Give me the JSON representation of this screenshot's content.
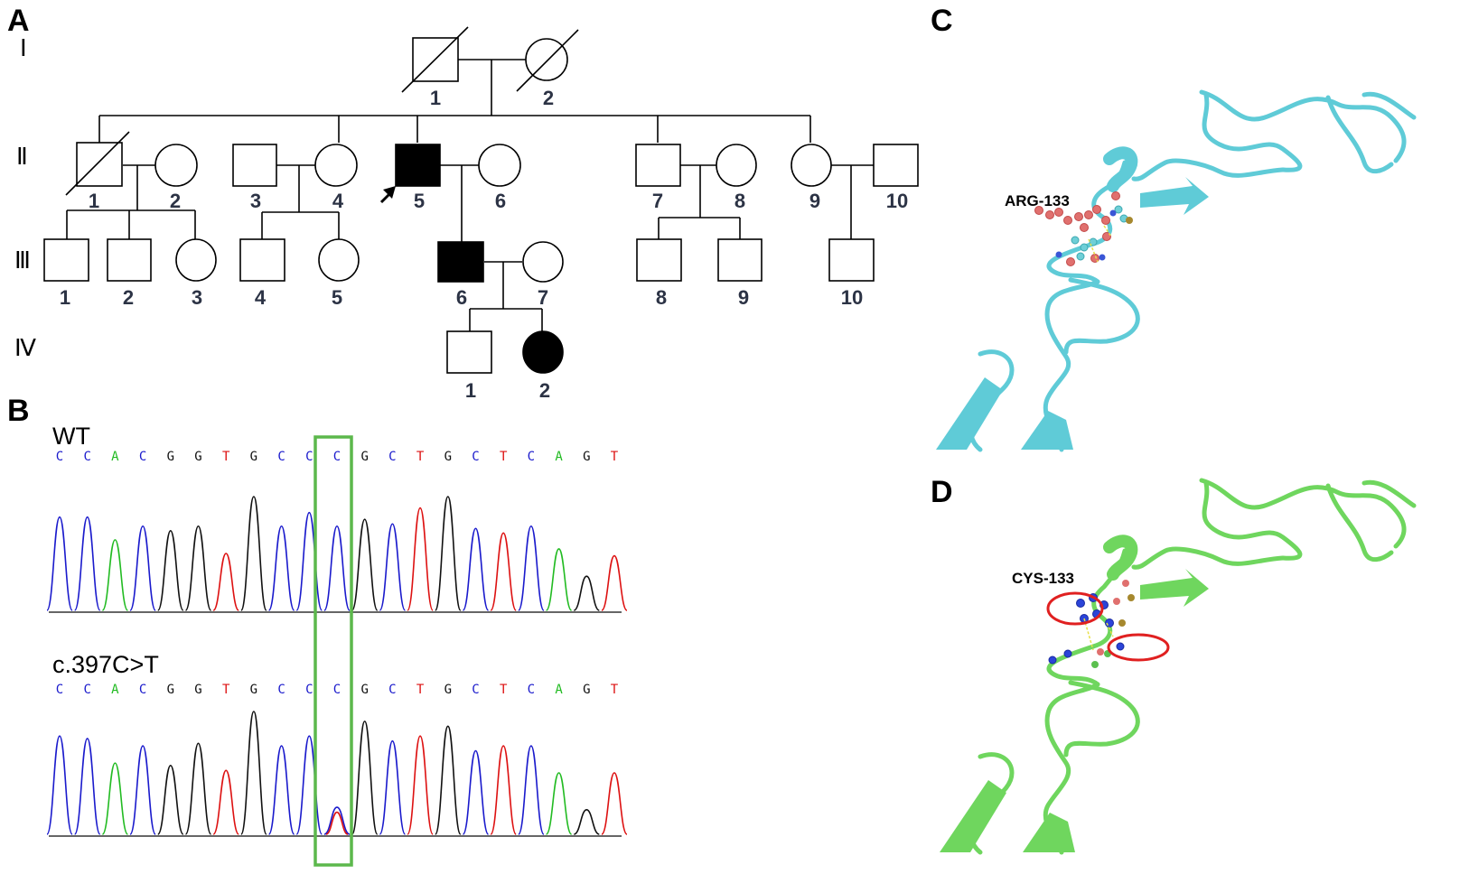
{
  "panels": {
    "A": {
      "letter": "A",
      "generations": [
        "Ⅰ",
        "Ⅱ",
        "Ⅲ",
        "Ⅳ"
      ],
      "individuals": [
        {
          "id": "I-1",
          "label": "1",
          "sex": "male",
          "affected": false,
          "deceased": true
        },
        {
          "id": "I-2",
          "label": "2",
          "sex": "female",
          "affected": false,
          "deceased": true
        },
        {
          "id": "II-1",
          "label": "1",
          "sex": "male",
          "affected": false,
          "deceased": true
        },
        {
          "id": "II-2",
          "label": "2",
          "sex": "female",
          "affected": false,
          "deceased": false
        },
        {
          "id": "II-3",
          "label": "3",
          "sex": "male",
          "affected": false,
          "deceased": false
        },
        {
          "id": "II-4",
          "label": "4",
          "sex": "female",
          "affected": false,
          "deceased": false
        },
        {
          "id": "II-5",
          "label": "5",
          "sex": "male",
          "affected": true,
          "deceased": false,
          "proband": true
        },
        {
          "id": "II-6",
          "label": "6",
          "sex": "female",
          "affected": false,
          "deceased": false
        },
        {
          "id": "II-7",
          "label": "7",
          "sex": "male",
          "affected": false,
          "deceased": false
        },
        {
          "id": "II-8",
          "label": "8",
          "sex": "female",
          "affected": false,
          "deceased": false
        },
        {
          "id": "II-9",
          "label": "9",
          "sex": "female",
          "affected": false,
          "deceased": false
        },
        {
          "id": "II-10",
          "label": "10",
          "sex": "male",
          "affected": false,
          "deceased": false
        },
        {
          "id": "III-1",
          "label": "1",
          "sex": "male",
          "affected": false,
          "deceased": false
        },
        {
          "id": "III-2",
          "label": "2",
          "sex": "male",
          "affected": false,
          "deceased": false
        },
        {
          "id": "III-3",
          "label": "3",
          "sex": "female",
          "affected": false,
          "deceased": false
        },
        {
          "id": "III-4",
          "label": "4",
          "sex": "male",
          "affected": false,
          "deceased": false
        },
        {
          "id": "III-5",
          "label": "5",
          "sex": "female",
          "affected": false,
          "deceased": false
        },
        {
          "id": "III-6",
          "label": "6",
          "sex": "male",
          "affected": true,
          "deceased": false
        },
        {
          "id": "III-7",
          "label": "7",
          "sex": "female",
          "affected": false,
          "deceased": false
        },
        {
          "id": "III-8",
          "label": "8",
          "sex": "male",
          "affected": false,
          "deceased": false
        },
        {
          "id": "III-9",
          "label": "9",
          "sex": "male",
          "affected": false,
          "deceased": false
        },
        {
          "id": "III-10",
          "label": "10",
          "sex": "male",
          "affected": false,
          "deceased": false
        },
        {
          "id": "IV-1",
          "label": "1",
          "sex": "male",
          "affected": false,
          "deceased": false
        },
        {
          "id": "IV-2",
          "label": "2",
          "sex": "female",
          "affected": true,
          "deceased": false
        }
      ]
    },
    "B": {
      "letter": "B",
      "sequence": [
        "C",
        "C",
        "A",
        "C",
        "G",
        "G",
        "T",
        "G",
        "C",
        "C",
        "C",
        "G",
        "C",
        "T",
        "G",
        "C",
        "T",
        "C",
        "A",
        "G",
        "T"
      ],
      "highlight_index": 10,
      "tracks": [
        {
          "name": "WT",
          "peaks": [
            0.82,
            0.82,
            0.62,
            0.74,
            0.7,
            0.74,
            0.5,
            1.0,
            0.74,
            0.86,
            0.74,
            0.8,
            0.76,
            0.9,
            1.0,
            0.72,
            0.68,
            0.74,
            0.54,
            0.3,
            0.48
          ]
        },
        {
          "name": "c.397C>T",
          "peaks": [
            0.8,
            0.78,
            0.58,
            0.72,
            0.56,
            0.74,
            0.52,
            1.0,
            0.72,
            0.8,
            0.22,
            0.92,
            0.76,
            0.8,
            0.88,
            0.68,
            0.72,
            0.72,
            0.5,
            0.2,
            0.5
          ]
        }
      ],
      "colors": {
        "A": "#22bb22",
        "C": "#1a1acc",
        "G": "#111111",
        "T": "#dd1111"
      }
    },
    "C": {
      "letter": "C",
      "residue_label": "ARG-133",
      "color": "#5fcbd7"
    },
    "D": {
      "letter": "D",
      "residue_label": "CYS-133",
      "color": "#6fd65e"
    }
  }
}
